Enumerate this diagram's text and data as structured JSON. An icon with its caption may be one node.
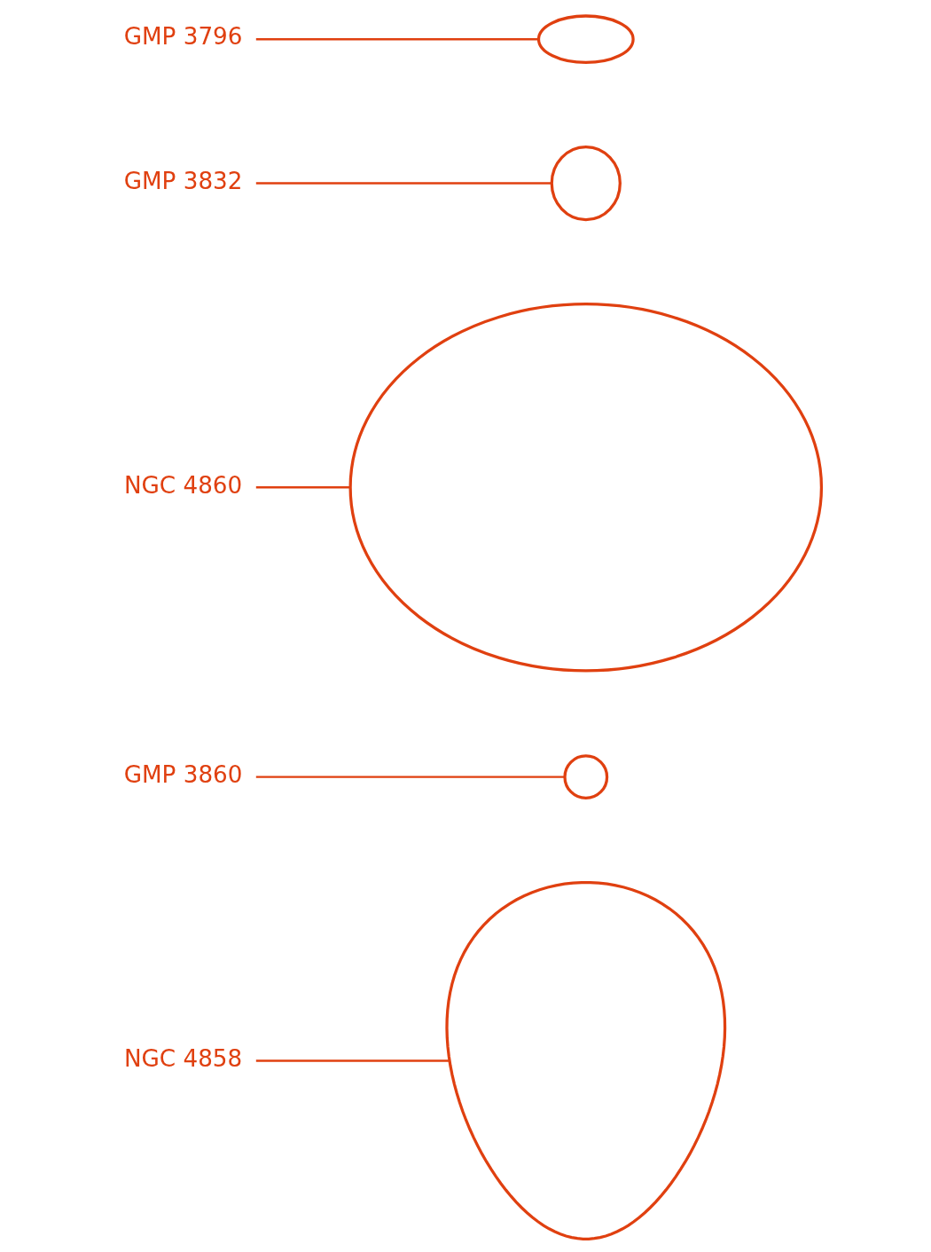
{
  "diagram": {
    "nodes": [
      {
        "text": [
          "GMP 3796"
        ]
      },
      {
        "text": [],
        "shape": "ellipse"
      },
      {
        "text": [
          "GMP 3832"
        ]
      },
      {
        "text": [],
        "shape": "ellipse"
      },
      {
        "text": [],
        "shape": "ellipse"
      },
      {
        "text": [
          "NGC 4860"
        ]
      },
      {
        "text": [
          "GMP 3860"
        ]
      },
      {
        "text": [],
        "shape": "circle"
      },
      {
        "text": [],
        "shape": "egg"
      },
      {
        "text": [
          "NGC 4858"
        ]
      }
    ],
    "edges": [
      {
        "from": 0,
        "to": 1,
        "arrow": "none"
      },
      {
        "from": 2,
        "to": 3,
        "arrow": "none"
      },
      {
        "from": 5,
        "to": 4,
        "arrow": "none"
      },
      {
        "from": 6,
        "to": 7,
        "arrow": "none"
      },
      {
        "from": 9,
        "to": 8,
        "arrow": "none"
      }
    ]
  }
}
